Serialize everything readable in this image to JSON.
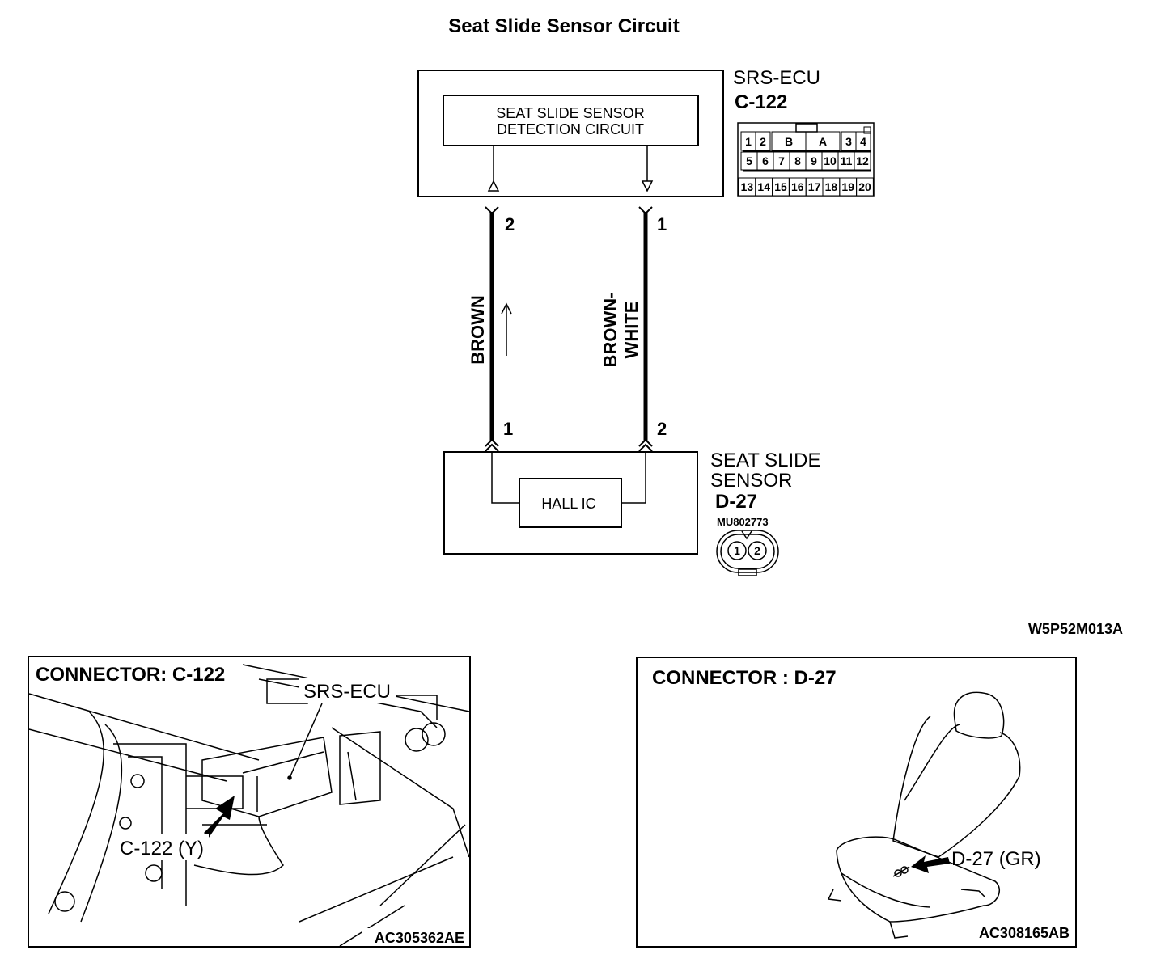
{
  "title": "Seat Slide Sensor Circuit",
  "ecu": {
    "name": "SRS-ECU",
    "connector": "C-122",
    "circuit_line1": "SEAT SLIDE SENSOR",
    "circuit_line2": "DETECTION CIRCUIT",
    "pin_left": "2",
    "pin_right": "1",
    "connector_rows": [
      [
        "1",
        "2",
        "B",
        "A",
        "3",
        "4"
      ],
      [
        "5",
        "6",
        "7",
        "8",
        "9",
        "10",
        "11",
        "12"
      ],
      [
        "13",
        "14",
        "15",
        "16",
        "17",
        "18",
        "19",
        "20"
      ]
    ]
  },
  "wires": {
    "left_color": "BROWN",
    "right_color_line1": "BROWN-",
    "right_color_line2": "WHITE"
  },
  "sensor": {
    "name_line1": "SEAT SLIDE",
    "name_line2": "SENSOR",
    "connector": "D-27",
    "part_number": "MU802773",
    "ic_label": "HALL IC",
    "pin_left": "1",
    "pin_right": "2",
    "connector_pins": [
      "1",
      "2"
    ]
  },
  "diagram_code": "W5P52M013A",
  "panel_left": {
    "heading": "CONNECTOR: C-122",
    "callout_ecu": "SRS-ECU",
    "callout_connector": "C-122 (Y)",
    "image_code": "AC305362AE"
  },
  "panel_right": {
    "heading": "CONNECTOR : D-27",
    "callout_connector": "D-27 (GR)",
    "image_code": "AC308165AB"
  }
}
